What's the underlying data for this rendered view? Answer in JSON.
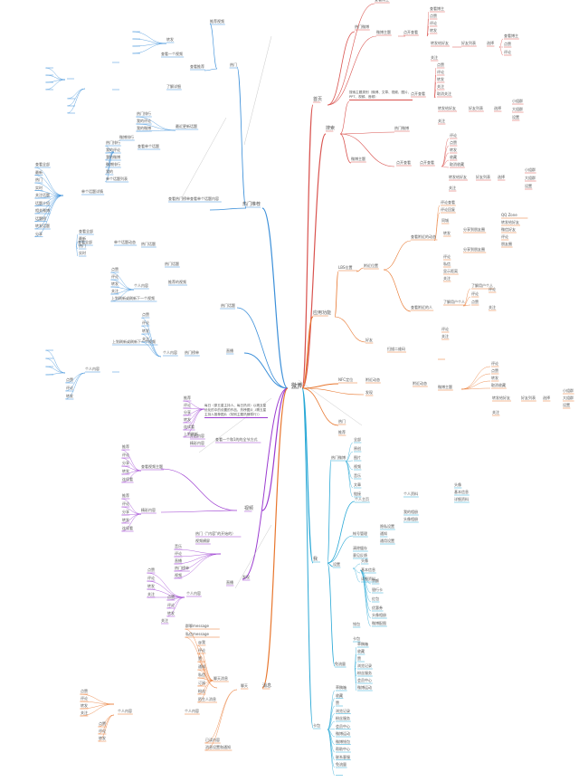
{
  "mindmap": {
    "root": "微博",
    "colors": {
      "red": "#d9534f",
      "orange": "#e8762d",
      "cyan": "#29a8d6",
      "blue": "#3b8fd9",
      "purple": "#9b3bd0",
      "gray": "#bbbbbb"
    },
    "branches": {
      "red": {
        "l1_a": "首页",
        "l1_b": "搜索",
        "home_sub": "热门微博",
        "home_sub2": "微博主题",
        "a_items": [
          "查看博主",
          "点赞",
          "评论",
          "转发",
          "取消主题",
          "转发给好友",
          "好友列表",
          "选择",
          "小组群",
          "大组群",
          "设置",
          "关注"
        ],
        "a_mid": "点开查看",
        "b_desc": "搜索主题类别（微博、文章、视频、图片、PPT、视频、音频）",
        "b_mid": "点开查看",
        "b_items": [
          "点赞",
          "评论",
          "转发",
          "关注",
          "取消关注",
          "转发给好友",
          "好友列表",
          "选择",
          "小组群",
          "大组群",
          "设置",
          "关注"
        ],
        "b_hot": "热门微博",
        "b_topic": "微博主题",
        "b_mid2": "点开查看",
        "b_items2": [
          "评论",
          "点赞",
          "转发",
          "收藏",
          "取消收藏",
          "转发给好友",
          "好友列表",
          "选择",
          "小组群",
          "大组群",
          "设置",
          "关注"
        ]
      },
      "orange": {
        "l1": "应用功能",
        "lbs": "LBS位置",
        "lbs_1": "附近位置",
        "lbs_2": "查看附近的动态",
        "lbs_items": [
          "评论查看",
          "评论回复",
          "同城",
          "转发",
          "分享到朋友圈",
          "QQ Zone",
          "转发给好友",
          "微信好友",
          "朋友圈",
          "评论",
          "私信",
          "显示距离",
          "关注"
        ],
        "people": "查看附近的人",
        "people_items": [
          "了解用户个人",
          "评论",
          "点赞",
          "转发",
          "评论",
          "关注",
          "评论",
          "关注"
        ],
        "friends": "好友",
        "l1b": "NFC定位",
        "nfc_1": "附近动态",
        "nfc_2": "附近动态",
        "nfc_mid": "微博主题",
        "nfc_items": [
          "评论",
          "点赞",
          "转发",
          "取消收藏",
          "转发给好友",
          "好友列表",
          "选择",
          "小组群",
          "大组群",
          "设置",
          "关注"
        ],
        "scan": "扫描二维码",
        "misc": [
          "推荐",
          "发现",
          "热门"
        ]
      },
      "cyan": {
        "l1": "我",
        "hot": "热门微博",
        "hot_items": [
          "全部",
          "原创",
          "图片",
          "视频",
          "音乐",
          "文章",
          "链接"
        ],
        "profile": "个人主页",
        "profile_1": "个人资料",
        "profile_2": "我的相册",
        "profile_items": [
          "头像",
          "基本信息",
          "详细资料",
          "个人标签",
          "教育信息",
          "工作信息"
        ],
        "photos": [
          "头像相册",
          "微博配图",
          "相册列表"
        ],
        "settings": "设置",
        "settings_items": [
          "帐号管理",
          "隐私设置",
          "通知",
          "通用设置",
          "清除缓存",
          "意见反馈",
          "关于微博",
          "退出登录"
        ],
        "card": "卡包",
        "wallet": "钱包",
        "wallet_items": [
          "余额",
          "银行卡",
          "红包",
          "优惠券"
        ],
        "extras": [
          "草稿箱",
          "收藏",
          "赞",
          "浏览记录",
          "粉丝服务",
          "会员中心",
          "微博运动",
          "微博钱包",
          "帮助中心",
          "联系客服",
          "免流量"
        ]
      },
      "blue": {
        "l1": "热门推荐",
        "l1b": "热门",
        "l1c": "热门榜单",
        "hot_1": "推荐视频",
        "hot_1a": "转发",
        "hot_2": "查看推荐",
        "hot_2a": "查看一个视频",
        "hot_2b": "了解详细",
        "hot_items_top": [
          "点赞",
          "评论",
          "转发",
          "关注",
          "上划刷新或刷新下一个视频",
          "个人内容",
          "评论",
          "转发",
          "关注"
        ],
        "mid_label": "查看热门榜单查看单个话题内容",
        "mid_1": "最近更新话题",
        "mid_2": "查看单个话题",
        "mid_3": "单个话题动态",
        "mid_items": [
          "热门排行",
          "我的评论",
          "我的微博",
          "微博排行",
          "我的",
          "单个话题列表",
          "热门话题",
          "热门搜索",
          "推荐关注",
          "话题主持人"
        ],
        "detail": "单个话题详情",
        "detail_items": [
          "查看全部",
          "最新",
          "热门",
          "实时",
          "关注话题",
          "话题介绍",
          "相关微博",
          "话题榜",
          "转发话题",
          "分享"
        ],
        "comment": "热门话题",
        "bottom_1": "推荐的视频",
        "bottom_2": "个人内容",
        "bottom_items": [
          "点赞",
          "评论",
          "转发",
          "关注",
          "上划刷新或刷新下一个视频",
          "评论",
          "转发",
          "关注"
        ],
        "live": "直播",
        "live_items": [
          "点赞",
          "评论",
          "转发",
          "关注",
          "上划刷新或刷新下一个视频",
          "个人内容",
          "评论",
          "转发",
          "关注"
        ]
      },
      "purple": {
        "l1": "视频",
        "note": "每日（原五星主持人、每日热评）以精五星优化的中的设置的作品、热榜图片（精五星主持人推荐图片（特别主题热榜排行））",
        "vs_1": "开启内容",
        "vs_2": "精彩内容",
        "vs_3": "查看一个和1的的全节方式",
        "vs_4": "查看视频主题",
        "vs_items": [
          "推荐",
          "评论",
          "分享",
          "转发",
          "连续看",
          "上划刷新",
          "下载",
          "评论",
          "转发",
          "关注",
          "连续播放",
          "点赞",
          "评论",
          "转发",
          "上划"
        ],
        "find": "发现",
        "find_1": "热门（“内容”的开始的）",
        "find_2": "视频横屏",
        "find_items": [
          "音乐",
          "评论",
          "直播",
          "热门榜单",
          "视频"
        ],
        "live": "直播",
        "live_items": [
          "点赞",
          "评论",
          "转发",
          "关注",
          "个人内容",
          "关注",
          "评论",
          "转发",
          "关注"
        ]
      },
      "orange2": {
        "l1": "消息",
        "l1b": "聊天",
        "msg_items": [
          "群聊message",
          "私信message"
        ],
        "chat": "聊天消息",
        "chat_items": [
          "@我",
          "评论",
          "赞",
          "通知",
          "私信",
          "订阅",
          "粉丝",
          "陌生人消息"
        ],
        "chat_person": "个人内容",
        "chat_person_items": [
          "点赞",
          "评论",
          "转发",
          "关注",
          "个人内容",
          "评论",
          "转发",
          "关注"
        ],
        "bottom": [
          "已读内容",
          "消息设置和通知"
        ]
      }
    }
  }
}
